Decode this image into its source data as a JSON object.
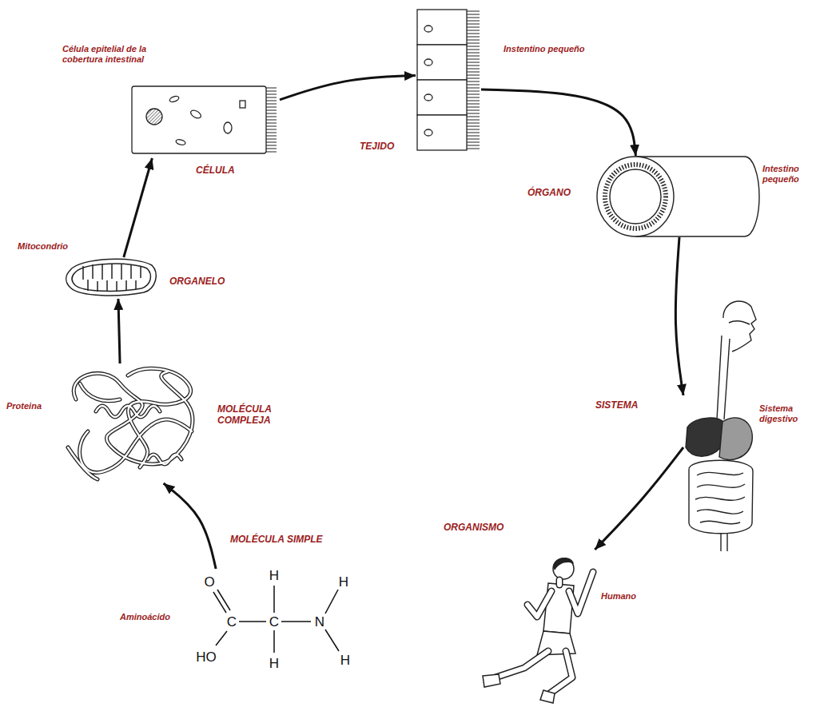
{
  "diagram": {
    "nodes": [
      {
        "text": [
          "MOLÉCULA SIMPLE",
          "Aminoácido"
        ]
      },
      {
        "text": [
          "Proteina",
          "MOLÉCULA COMPLEJA"
        ]
      },
      {
        "text": [
          "Mitocondrio",
          "ORGANELO"
        ]
      },
      {
        "text": [
          "Célula epitelial de la cobertura intestinal",
          "CÉLULA"
        ]
      },
      {
        "text": [
          "Instentino pequeño",
          "TEJIDO"
        ]
      },
      {
        "text": [
          "Intestino pequeño",
          "ÓRGANO"
        ]
      },
      {
        "text": [
          "SISTEMA",
          "Sistema digestivo"
        ]
      },
      {
        "text": [
          "ORGANISMO",
          "Humano"
        ]
      }
    ],
    "edges": [
      {
        "from": 0,
        "to": 1,
        "arrow": "to"
      },
      {
        "from": 1,
        "to": 2,
        "arrow": "to"
      },
      {
        "from": 2,
        "to": 3,
        "arrow": "to"
      },
      {
        "from": 3,
        "to": 4,
        "arrow": "to"
      },
      {
        "from": 4,
        "to": 5,
        "arrow": "to"
      },
      {
        "from": 5,
        "to": 6,
        "arrow": "to"
      },
      {
        "from": 6,
        "to": 7,
        "arrow": "to"
      }
    ],
    "labels": [
      "O",
      "H",
      "H",
      "C",
      "C",
      "N",
      "HO",
      "H",
      "H"
    ]
  }
}
